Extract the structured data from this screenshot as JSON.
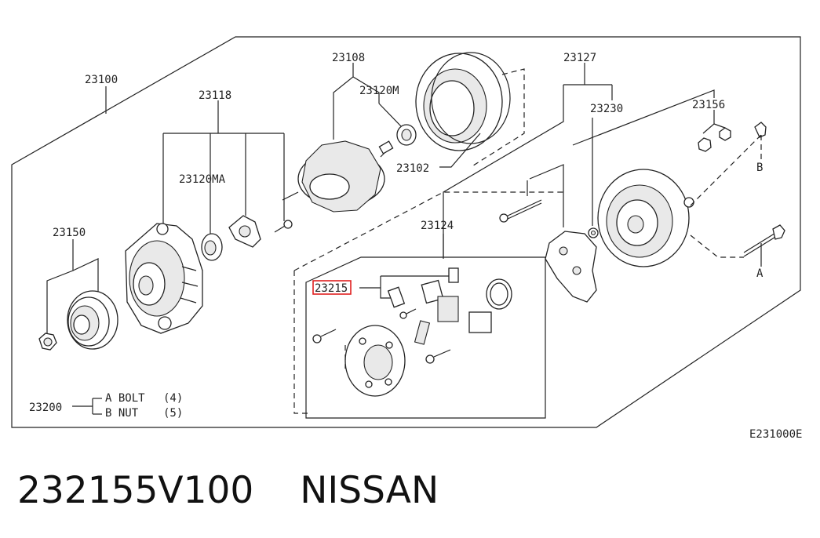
{
  "labels": {
    "l23100": "23100",
    "l23118": "23118",
    "l23108": "23108",
    "l23120M": "23120M",
    "l23102": "23102",
    "l23127": "23127",
    "l23230": "23230",
    "l23156": "23156",
    "l23120MA": "23120MA",
    "l23150": "23150",
    "l23124": "23124",
    "l23215": "23215",
    "l23200": "23200",
    "boltA": "A BOLT",
    "boltQty": "(4)",
    "nutB": "B NUT",
    "nutQty": "(5)",
    "refA1": "A",
    "refB1": "B",
    "code": "E231000E"
  },
  "highlight": {
    "part": "23215",
    "color": "#e02020"
  },
  "footer": {
    "part_number": "232155V100",
    "brand": "NISSAN"
  }
}
